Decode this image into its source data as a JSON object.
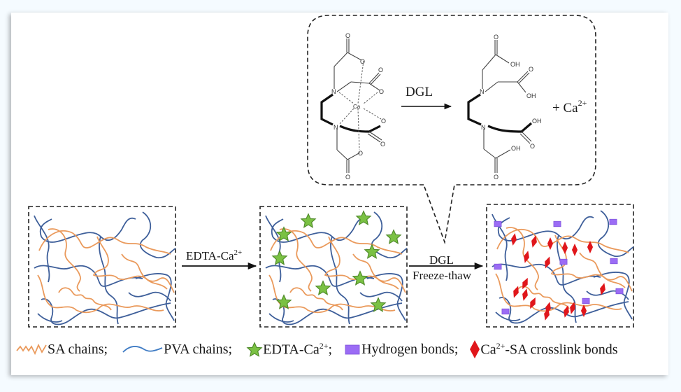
{
  "colors": {
    "sa_chain": "#ea9a5c",
    "pva_chain": "#3e5f9a",
    "edta_star": "#7ac143",
    "edta_star_stroke": "#4f8a2a",
    "hydrogen_bond": "#9b6cf5",
    "crosslink": "#e0161b",
    "dash": "#222222"
  },
  "reaction": {
    "reagent": "DGL",
    "reactant_center_atom": "Ca",
    "product_plus": "+ Ca",
    "product_ion_charge": "2+",
    "atoms": {
      "N": "N",
      "O": "O",
      "O_minus": "O",
      "minus": "-",
      "OH": "OH"
    }
  },
  "steps": [
    {
      "label_main": "EDTA-Ca",
      "label_sup": "2+"
    },
    {
      "label_top": "DGL",
      "label_bottom": "Freeze-thaw"
    }
  ],
  "legend": [
    {
      "text": "SA chains;"
    },
    {
      "text": "PVA chains;"
    },
    {
      "text_main": "EDTA-Ca",
      "text_sup": "2+",
      "text_after": ";"
    },
    {
      "text": "Hydrogen bonds;"
    },
    {
      "text_pre": "Ca",
      "text_sup": "2+",
      "text_main": "-SA crosslink bonds"
    }
  ]
}
